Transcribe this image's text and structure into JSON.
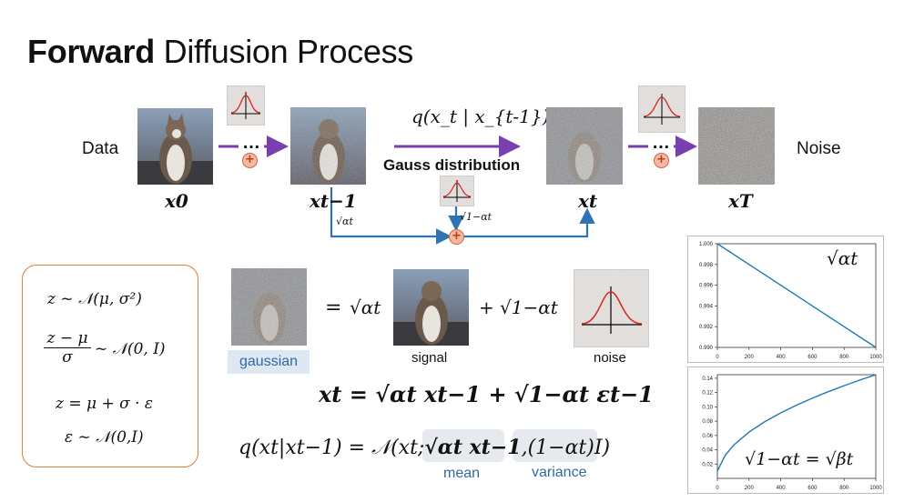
{
  "title": {
    "bold": "Forward",
    "rest": " Diffusion Process"
  },
  "diagram": {
    "data_label": "Data",
    "noise_label": "Noise",
    "ellipsis": "…",
    "plus": "+",
    "q_label": "q(x_t | x_{t-1})",
    "gauss_label": "Gauss distribution",
    "sqrt_alpha_small": "√αt",
    "sqrt_one_minus_small": "√1−αt",
    "node_labels": [
      "x0",
      "xt−1",
      "xt",
      "xT"
    ]
  },
  "formulas": {
    "f1": "z ~ 𝒩(μ, σ²)",
    "f2": "~ 𝒩(0, I)",
    "f2_num": "z − μ",
    "f2_den": "σ",
    "f3": "z = μ + σ · ε",
    "f4": "ε ~ 𝒩(0,I)"
  },
  "decomposition": {
    "eq_sign": "=",
    "plus": "+",
    "sqrt_alpha": "√αt",
    "sqrt_one_minus": "√1−αt",
    "gaussian_label": "gaussian",
    "signal_label": "signal",
    "noise_label": "noise"
  },
  "equations": {
    "eq1": "xt = √αt xt−1 + √1−αt εt−1",
    "eq2_left": "q(xt|xt−1) = 𝒩(xt;",
    "eq2_mean": "√αt xt−1",
    "eq2_comma": ",",
    "eq2_var": "(1−αt)I",
    "eq2_close": ")",
    "mean_label": "mean",
    "variance_label": "variance"
  },
  "chart_data": [
    {
      "type": "line",
      "annotation": "√αt",
      "x": [
        0,
        200,
        400,
        600,
        800,
        1000
      ],
      "y": [
        1.0,
        0.998,
        0.996,
        0.994,
        0.992,
        0.99
      ],
      "xlim": [
        0,
        1000
      ],
      "ylim": [
        0.99,
        1.0
      ],
      "xticks": [
        "0",
        "200",
        "400",
        "600",
        "800",
        "1000"
      ],
      "yticks": [
        "0.990",
        "0.992",
        "0.994",
        "0.996",
        "0.998",
        "1.000"
      ],
      "color": "#1f77b4"
    },
    {
      "type": "line",
      "annotation": "√1−αt = √βt",
      "x": [
        0,
        10,
        50,
        100,
        200,
        300,
        400,
        500,
        600,
        700,
        800,
        900,
        1000
      ],
      "y": [
        0.01,
        0.0148,
        0.0324,
        0.0458,
        0.0648,
        0.0793,
        0.0916,
        0.1024,
        0.1122,
        0.1212,
        0.1296,
        0.1375,
        0.1449
      ],
      "xlim": [
        0,
        1000
      ],
      "ylim": [
        0.0,
        0.145
      ],
      "xticks": [
        "0",
        "200",
        "400",
        "600",
        "800",
        "1000"
      ],
      "yticks": [
        "0.02",
        "0.04",
        "0.06",
        "0.08",
        "0.10",
        "0.12",
        "0.14"
      ],
      "color": "#1f77b4"
    }
  ],
  "colors": {
    "purple": "#7a3fae",
    "blue": "#2e74b5",
    "orange": "#d9803a"
  }
}
